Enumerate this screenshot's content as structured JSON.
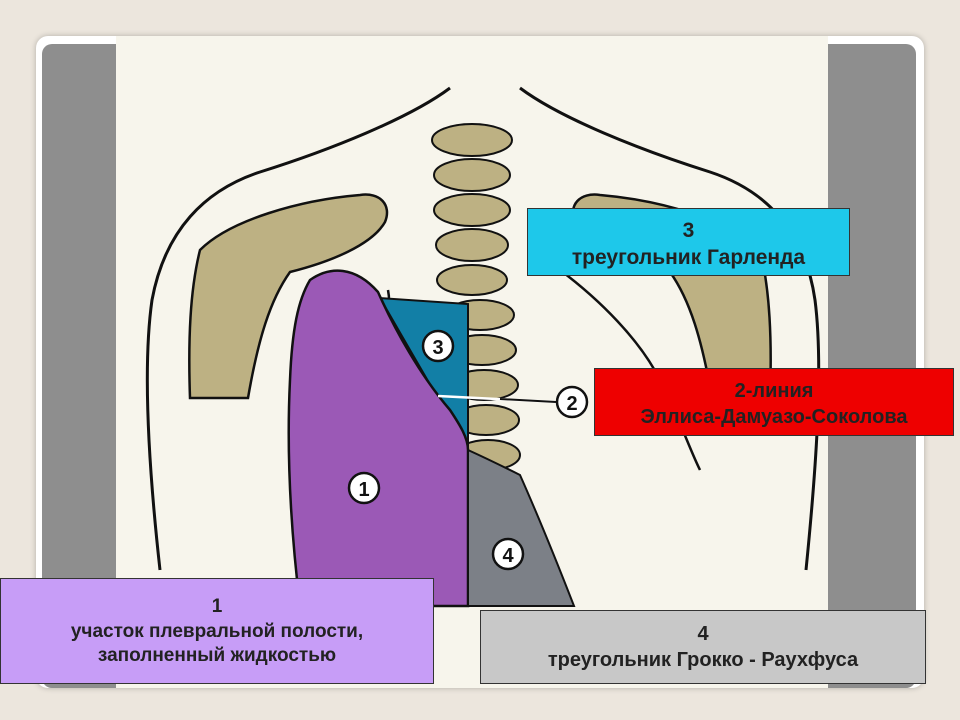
{
  "labels": {
    "garland": {
      "number": "3",
      "text": "треугольник Гарленда"
    },
    "ellis_line": {
      "number": "2-линия",
      "text": "Эллиса-Дамуазо-Соколова"
    },
    "pleural": {
      "number": "1",
      "line1": "участок плевральной полости,",
      "line2": "заполненный жидкостью"
    },
    "grocco": {
      "number": "4",
      "text": "треугольник Грокко - Раухфуса"
    }
  },
  "markers": [
    "1",
    "2",
    "3",
    "4"
  ],
  "colors": {
    "pleural_fluid": "#9b59b6",
    "garland_triangle": "#127fa6",
    "grocco_triangle": "#7c8087",
    "bone": "#bdb183",
    "box_garland": "#1ec8ea",
    "box_ellis": "#ee0000",
    "box_pleural": "#c79df7",
    "box_grocco": "#c8c8c8"
  }
}
